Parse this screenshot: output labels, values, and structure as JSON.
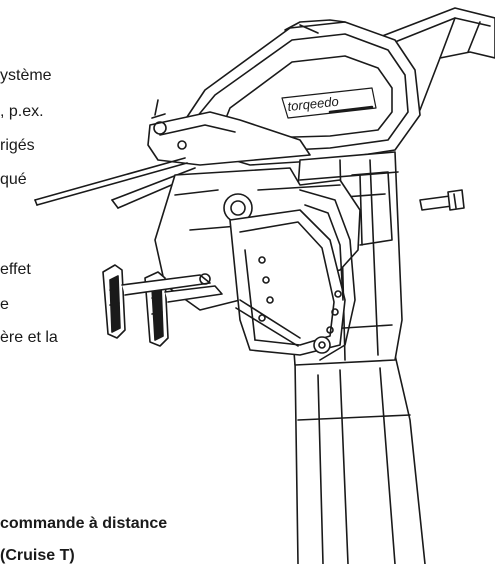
{
  "text_block_1": [
    "ystème",
    ", p.ex.",
    "rigés",
    "qué"
  ],
  "text_block_2": [
    "effet",
    "e",
    "ère et la"
  ],
  "heading": [
    "commande à distance",
    "(Cruise T)"
  ],
  "logo_text": "torqeedo",
  "colors": {
    "ink": "#1a1a1a",
    "paper": "#ffffff"
  }
}
